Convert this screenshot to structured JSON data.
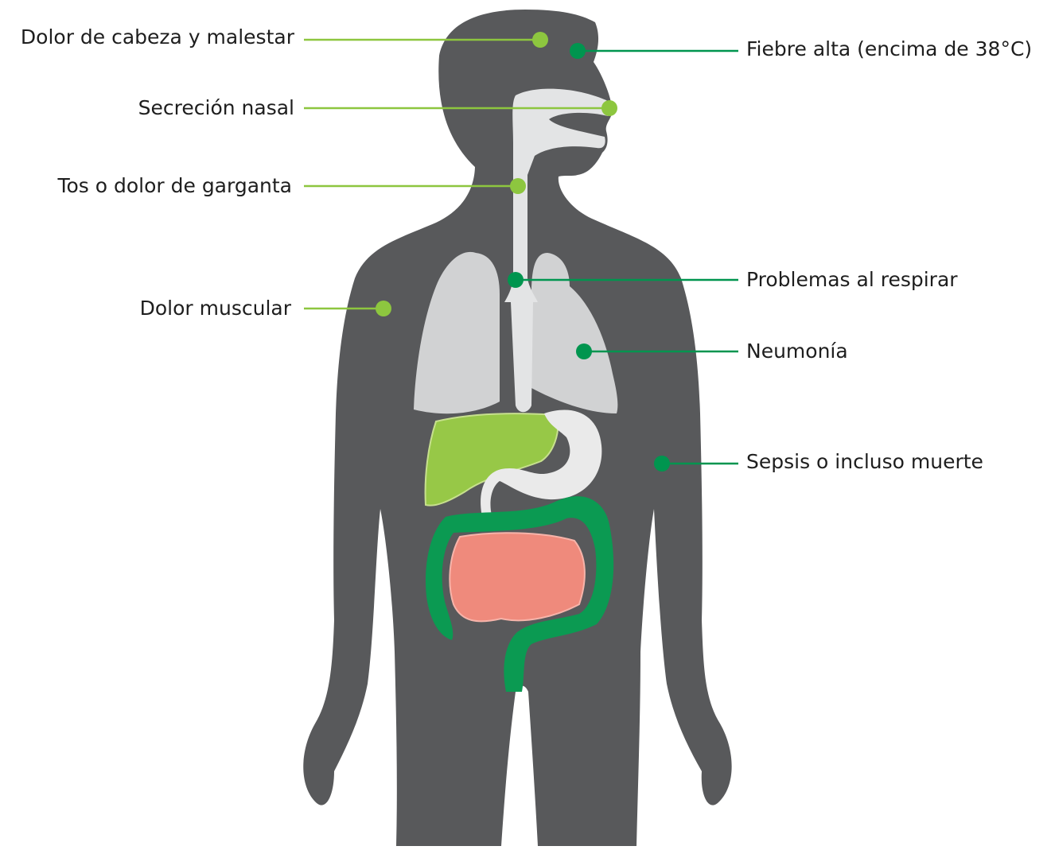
{
  "colors": {
    "background": "#ffffff",
    "body": "#58595b",
    "lungs": "#d1d2d3",
    "airway": "#e3e4e5",
    "liver": "#97c847",
    "stomach": "#eaeaea",
    "colon": "#0b9a52",
    "small_intestine": "#ef8a7c",
    "marker_light_green": "#8dc63f",
    "marker_dark_green": "#00954f",
    "text": "#1e1e1e"
  },
  "labels_left": [
    {
      "id": "headache",
      "text": "Dolor de cabeza y malestar",
      "marker_color": "light_green"
    },
    {
      "id": "runny-nose",
      "text": "Secreción nasal",
      "marker_color": "light_green"
    },
    {
      "id": "cough",
      "text": "Tos o dolor de garganta",
      "marker_color": "light_green"
    },
    {
      "id": "muscle-pain",
      "text": "Dolor muscular",
      "marker_color": "light_green"
    }
  ],
  "labels_right": [
    {
      "id": "fever",
      "text": "Fiebre alta (encima de 38°C)",
      "marker_color": "dark_green"
    },
    {
      "id": "breathing",
      "text": "Problemas al respirar",
      "marker_color": "dark_green"
    },
    {
      "id": "pneumonia",
      "text": "Neumonía",
      "marker_color": "dark_green"
    },
    {
      "id": "sepsis",
      "text": "Sepsis o incluso muerte",
      "marker_color": "dark_green"
    }
  ],
  "organs": [
    "body-silhouette",
    "lungs",
    "airway",
    "liver",
    "stomach",
    "colon",
    "small-intestine"
  ]
}
